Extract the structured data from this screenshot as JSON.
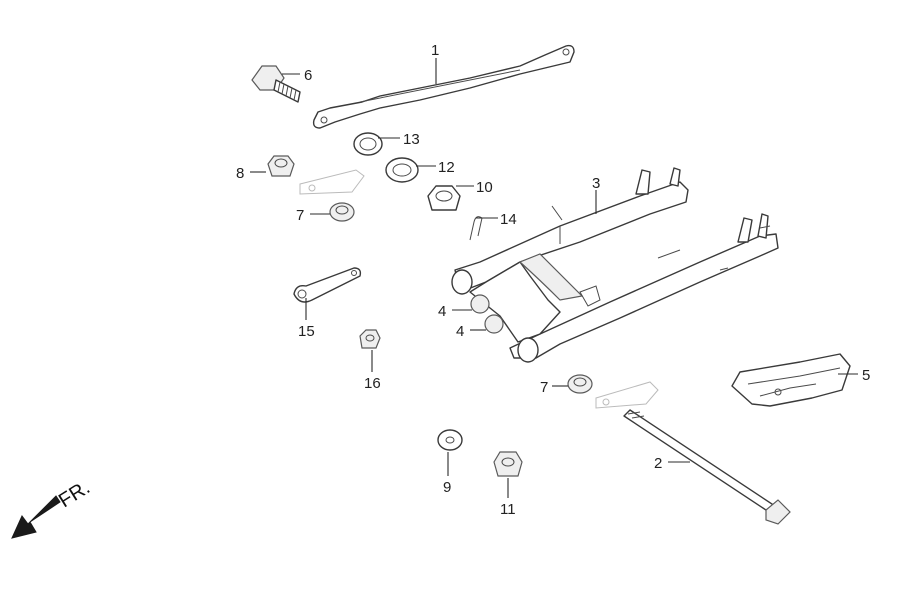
{
  "callouts": {
    "n1": "1",
    "n2": "2",
    "n3": "3",
    "n4a": "4",
    "n4b": "4",
    "n5": "5",
    "n6": "6",
    "n7a": "7",
    "n7b": "7",
    "n8": "8",
    "n9": "9",
    "n10": "10",
    "n11": "11",
    "n12": "12",
    "n13": "13",
    "n14": "14",
    "n15": "15",
    "n16": "16"
  },
  "front_indicator": {
    "label": "FR.",
    "icon": "arrow-down-left-icon"
  },
  "colors": {
    "line": "#3a3a3a",
    "part_fill": "#ffffff",
    "shade": "#d8d8d8"
  }
}
